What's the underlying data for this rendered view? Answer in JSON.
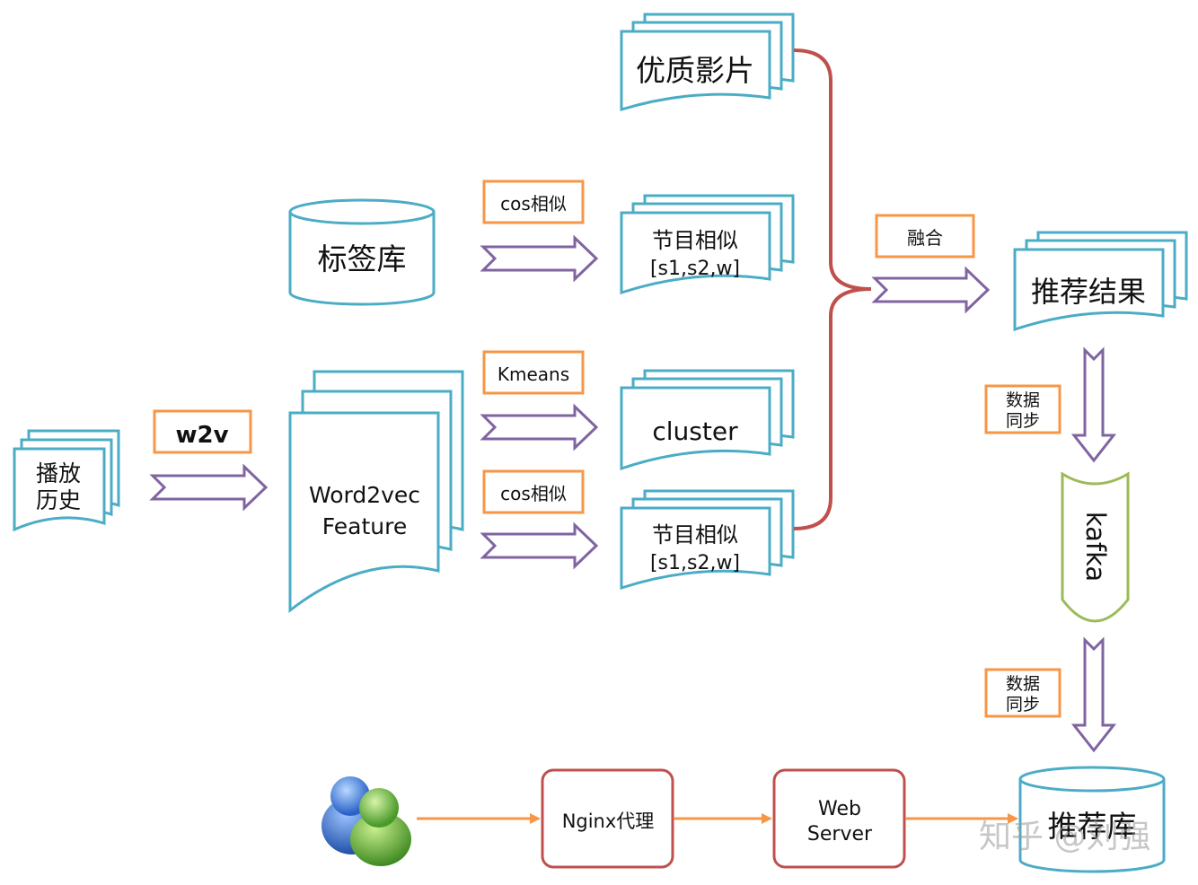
{
  "nodes": {
    "play_history": [
      "播放",
      "历史"
    ],
    "w2v_label": "w2v",
    "word2vec_feature": [
      "Word2vec",
      "Feature"
    ],
    "tag_library": "标签库",
    "cos_label_1": "cos相似",
    "kmeans_label": "Kmeans",
    "cos_label_2": "cos相似",
    "quality_films": "优质影片",
    "program_similarity_1": [
      "节目相似",
      "[s1,s2,w]"
    ],
    "cluster": "cluster",
    "program_similarity_2": [
      "节目相似",
      "[s1,s2,w]"
    ],
    "fusion_label": "融合",
    "recommend_result": "推荐结果",
    "data_sync_1": [
      "数据",
      "同步"
    ],
    "kafka": "kafka",
    "data_sync_2": [
      "数据",
      "同步"
    ],
    "recommend_library": "推荐库",
    "nginx_proxy": "Nginx代理",
    "web_server": [
      "Web",
      "Server"
    ]
  },
  "watermark": "知乎 @刘强",
  "colors": {
    "doc_stroke": "#4bacc6",
    "label_stroke": "#f79646",
    "arrow_stroke": "#8064a2",
    "bracket": "#c0504d",
    "kafka_stroke": "#9bbb59",
    "flow_arrow": "#f79646"
  },
  "icons": {
    "users": "users-icon"
  }
}
